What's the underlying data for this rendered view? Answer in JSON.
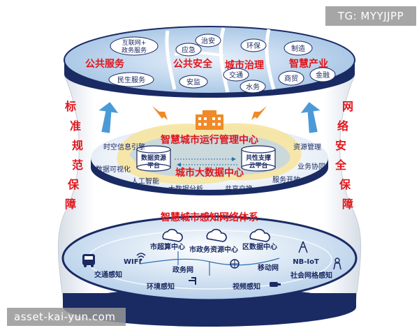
{
  "watermark_top": "TG: MYYJJPP",
  "watermark_bottom": "asset-kai-yun.com",
  "left_pillar": [
    "标",
    "准",
    "规",
    "范",
    "保",
    "障"
  ],
  "right_pillar": [
    "网",
    "络",
    "安",
    "全",
    "保",
    "障"
  ],
  "top_layer": {
    "sections": [
      {
        "title": "公共服务",
        "items": [
          "互联网+\n政务服务",
          "民生服务"
        ]
      },
      {
        "title": "公共安全",
        "items": [
          "治安",
          "应急",
          "安监"
        ]
      },
      {
        "title": "城市治理",
        "items": [
          "环保",
          "交通",
          "水务"
        ]
      },
      {
        "title": "智慧产业",
        "items": [
          "制造",
          "商贸",
          "金融"
        ]
      }
    ]
  },
  "middle_layer": {
    "center_top": "智慧城市运行管理中心",
    "center_bottom": "城市大数据中心",
    "box_left": "数据资源\n平台",
    "box_right": "共性支撑\n云平台",
    "left_labels": [
      "时空信息引擎",
      "数据可视化",
      "人工智能",
      "大数据分析"
    ],
    "right_labels": [
      "资源管理",
      "业务协同",
      "服务开放",
      "共享交换"
    ]
  },
  "bottom_layer": {
    "title": "智慧城市感知网络体系",
    "centers": [
      "市超算中心",
      "市政务资源中心",
      "区数据中心"
    ],
    "networks": [
      "WIFI",
      "政务网",
      "移动网",
      "NB-IoT"
    ],
    "sensing": [
      "交通感知",
      "环境感知",
      "视频感知",
      "社会网格感知"
    ]
  },
  "colors": {
    "red_title": "#e0151b",
    "deep_blue": "#1a2a63",
    "light_blue": "#bcd4ee",
    "yellow": "#f6e39a",
    "orange_arrow": "#f08a28",
    "blue_arrow": "#4b9ad8"
  }
}
